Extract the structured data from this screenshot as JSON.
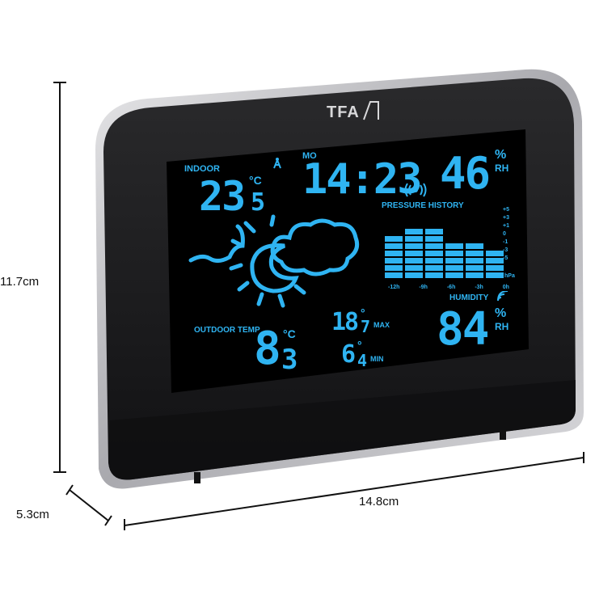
{
  "brand": {
    "logo_text": "TFA"
  },
  "dimensions": {
    "height": "11.7cm",
    "depth": "5.3cm",
    "width": "14.8cm"
  },
  "display": {
    "indoor": {
      "label": "INDOOR",
      "temp_main": "23",
      "temp_decimal": "5",
      "unit": "°C"
    },
    "clock": {
      "day": "MO",
      "time": "14:23"
    },
    "indoor_humidity": {
      "value": "46",
      "unit_pct": "%",
      "unit_rh": "RH"
    },
    "pressure_history": {
      "title": "PRESSURE HISTORY",
      "scale_labels": [
        "+5",
        "+3",
        "+1",
        "0",
        "-1",
        "-3",
        "-5"
      ],
      "time_labels": [
        "-12h",
        "-9h",
        "-6h",
        "-3h",
        "0h"
      ],
      "unit": "hPa",
      "bar_levels": [
        6,
        7,
        7,
        5,
        5,
        4
      ]
    },
    "outdoor": {
      "label": "OUTDOOR TEMP",
      "temp_main": "8",
      "temp_decimal": "3",
      "unit": "°C",
      "max_main": "18",
      "max_decimal": "7",
      "max_label": "MAX",
      "min_main": "6",
      "min_decimal": "4",
      "min_label": "MIN",
      "deg": "°"
    },
    "outdoor_humidity": {
      "label": "HUMIDITY",
      "value": "84",
      "unit_pct": "%",
      "unit_rh": "RH"
    }
  },
  "colors": {
    "lcd_text": "#2fb4f2",
    "lcd_background": "#000000",
    "housing": "#1b1b1d",
    "frame": "#c9c9cc"
  },
  "icons": [
    "antenna-icon",
    "radio-signal-icon",
    "sun-cloud-moon-icon",
    "wireless-icon"
  ]
}
